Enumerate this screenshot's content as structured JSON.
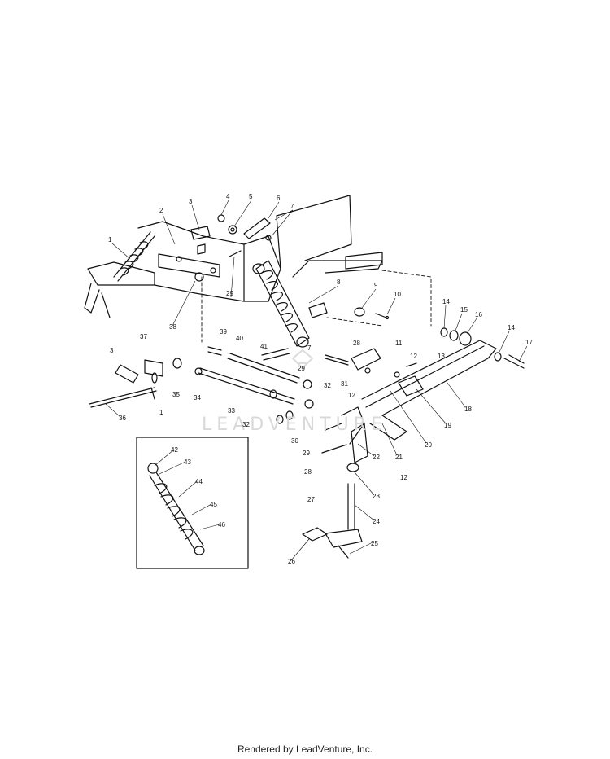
{
  "diagram": {
    "callouts": [
      "1",
      "2",
      "3",
      "4",
      "5",
      "6",
      "7",
      "8",
      "9",
      "10",
      "11",
      "12",
      "13",
      "14",
      "15",
      "16",
      "17",
      "18",
      "19",
      "20",
      "21",
      "22",
      "23",
      "24",
      "25",
      "26",
      "27",
      "28",
      "29",
      "30",
      "31",
      "32",
      "33",
      "34",
      "35",
      "36",
      "37",
      "38",
      "39",
      "40",
      "41",
      "42",
      "43",
      "44",
      "45",
      "46"
    ],
    "watermark": "LEADVENTURE"
  },
  "footer": {
    "text": "Rendered by LeadVenture, Inc."
  }
}
